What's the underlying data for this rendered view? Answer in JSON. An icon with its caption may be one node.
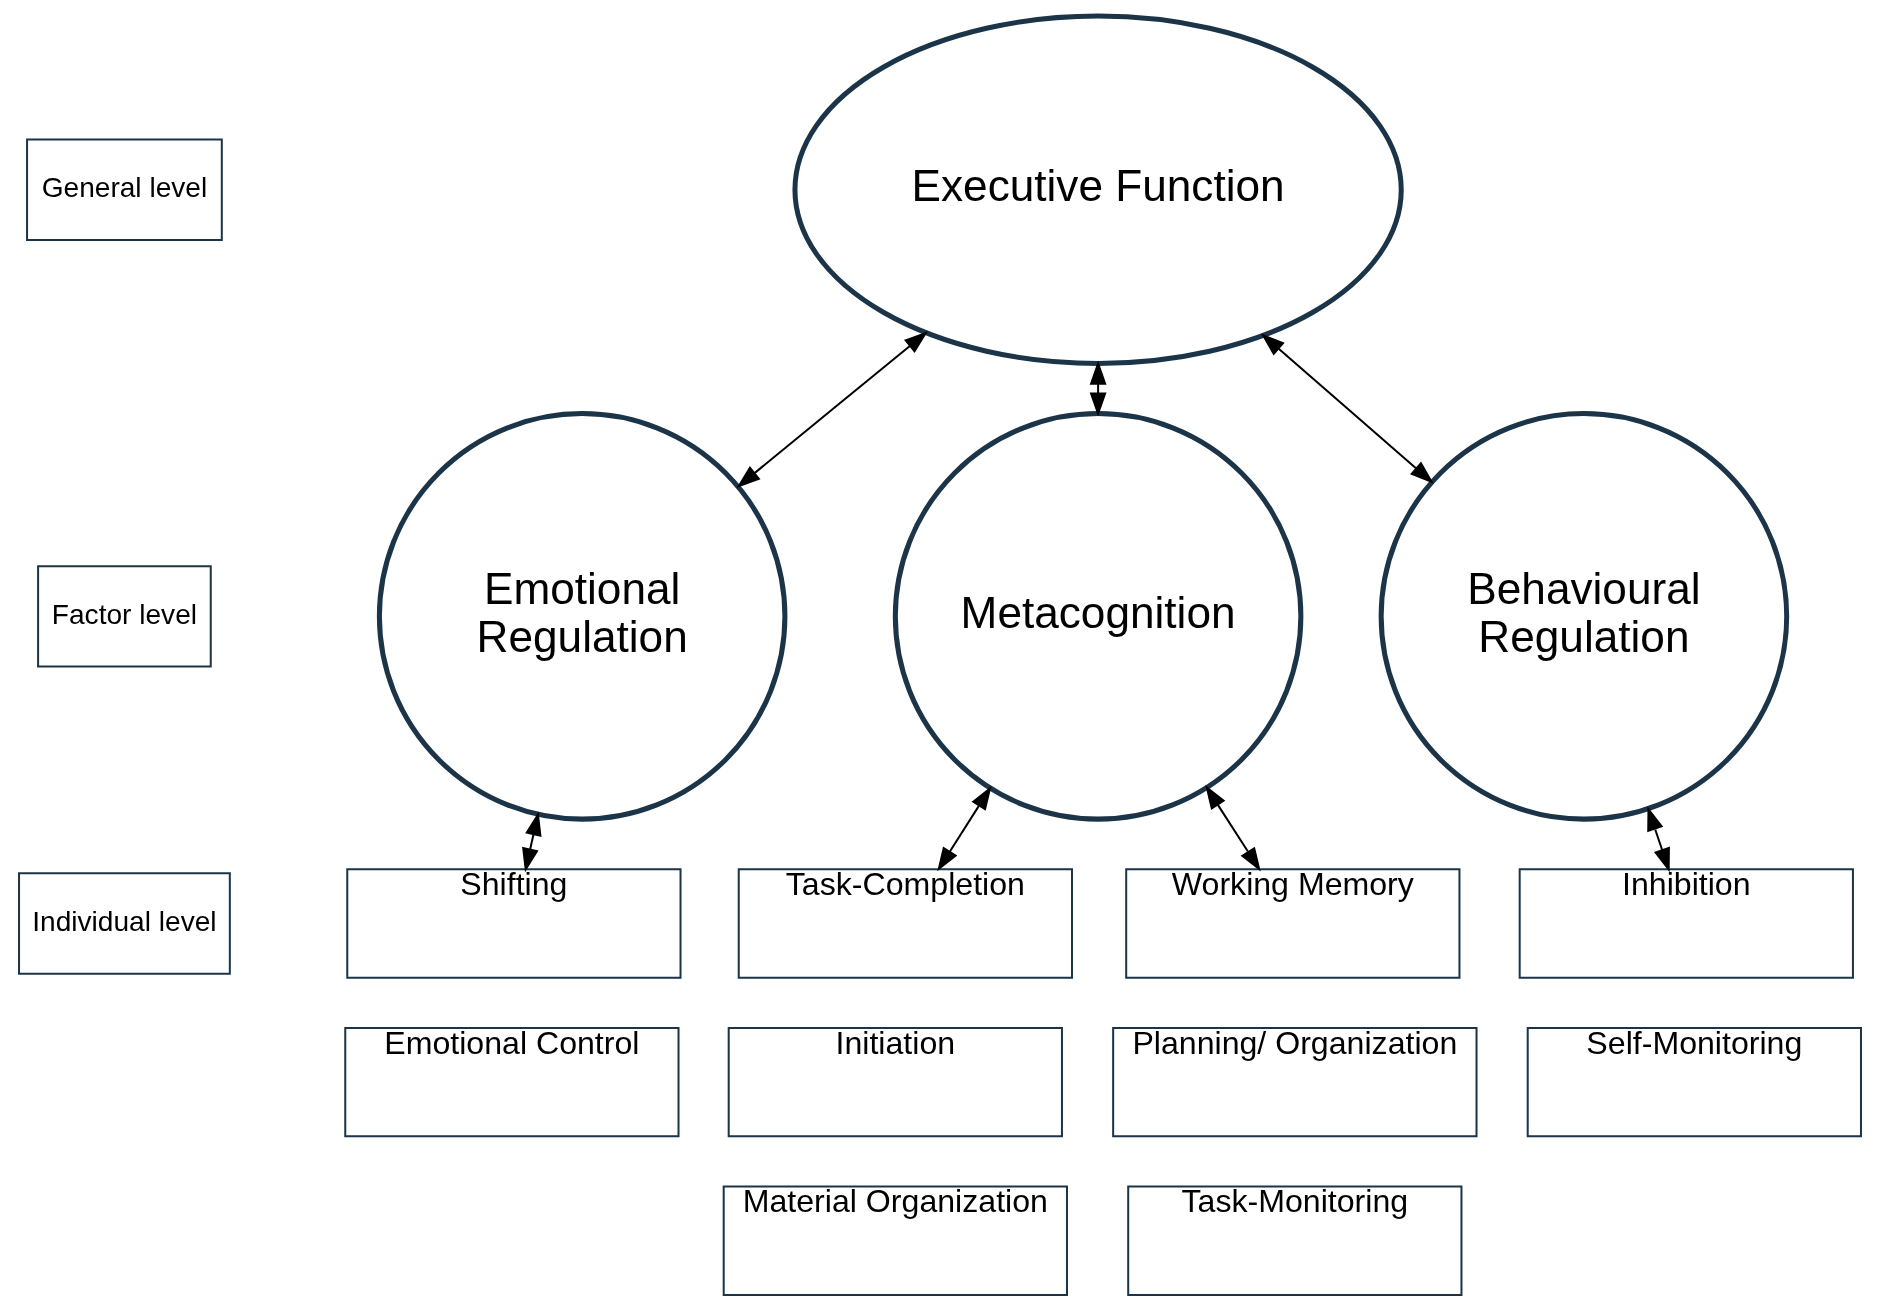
{
  "diagram": {
    "nodes": [
      {
        "text": [
          "General level"
        ]
      },
      {
        "text": [
          "Executive Function"
        ]
      },
      {
        "text": [
          "Factor level"
        ]
      },
      {
        "text": [
          "Emotional Regulation"
        ]
      },
      {
        "text": [
          "Metacognition"
        ]
      },
      {
        "text": [
          "Behavioural Regulation"
        ]
      },
      {
        "text": [
          "Individual level"
        ]
      },
      {
        "text": [
          "Shifting"
        ]
      },
      {
        "text": [
          "Task-Completion"
        ]
      },
      {
        "text": [
          "Working Memory"
        ]
      },
      {
        "text": [
          "Inhibition"
        ]
      },
      {
        "text": [
          "Emotional Control"
        ]
      },
      {
        "text": [
          "Initiation"
        ]
      },
      {
        "text": [
          "Planning/ Organization"
        ]
      },
      {
        "text": [
          "Self-Monitoring"
        ]
      },
      {
        "text": [
          "Material Organization"
        ]
      },
      {
        "text": [
          "Task-Monitoring"
        ]
      }
    ],
    "edges": [
      {
        "from": 1,
        "to": 3,
        "arrow": "both"
      },
      {
        "from": 1,
        "to": 4,
        "arrow": "both"
      },
      {
        "from": 1,
        "to": 5,
        "arrow": "both"
      },
      {
        "from": 3,
        "to": 7,
        "arrow": "both"
      },
      {
        "from": 4,
        "to": 8,
        "arrow": "both"
      },
      {
        "from": 4,
        "to": 9,
        "arrow": "both"
      },
      {
        "from": 5,
        "to": 10,
        "arrow": "both"
      }
    ]
  }
}
